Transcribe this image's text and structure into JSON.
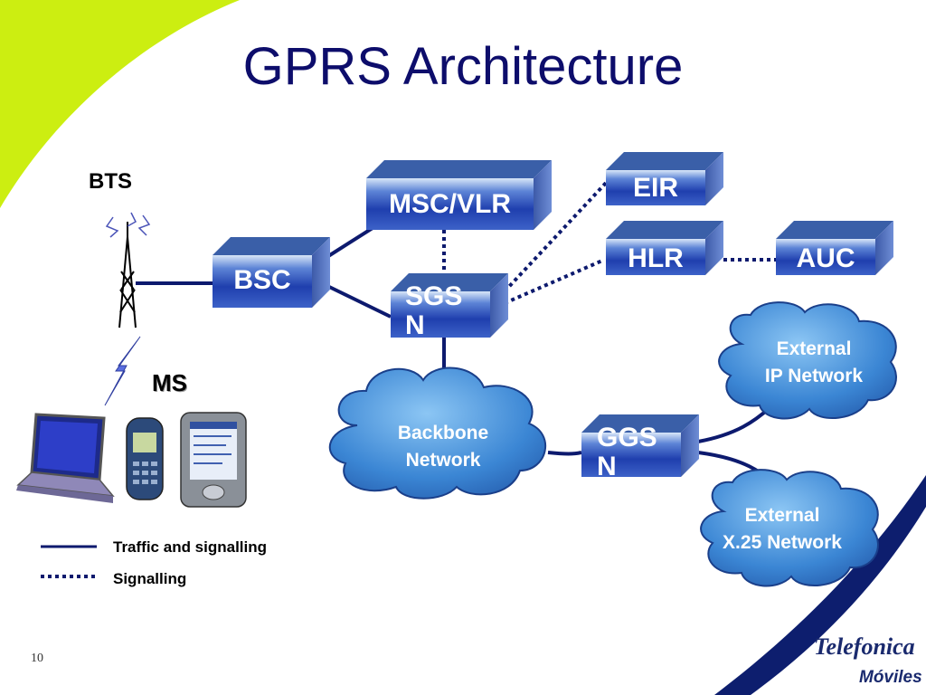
{
  "title": "GPRS Architecture",
  "nodes": {
    "bts": "BTS",
    "ms": "MS",
    "bsc": "BSC",
    "msc_vlr": "MSC/VLR",
    "sgsn": "SGSN",
    "eir": "EIR",
    "hlr": "HLR",
    "auc": "AUC",
    "ggsn": "GGSN",
    "backbone": [
      "Backbone",
      "Network"
    ],
    "external_ip": [
      "External",
      "IP Network"
    ],
    "external_x25": [
      "External",
      "X.25 Network"
    ]
  },
  "legend": {
    "solid": "Traffic and signalling",
    "dotted": "Signalling"
  },
  "footer": {
    "page_number": "10",
    "brand_line1": "Telefonica",
    "brand_line2": "Móviles"
  },
  "colors": {
    "title": "#0d0d6b",
    "accent_green": "#ccee11",
    "box_blue": "#2146b8",
    "box_top": "#3a5fa8",
    "box_side": "#4f6fb8",
    "line": "#0d1a6e",
    "cloud": "#3f8fd8"
  },
  "icons": [
    "antenna-tower-icon",
    "lightning-icon",
    "laptop-icon",
    "mobile-phone-icon",
    "pda-icon"
  ]
}
